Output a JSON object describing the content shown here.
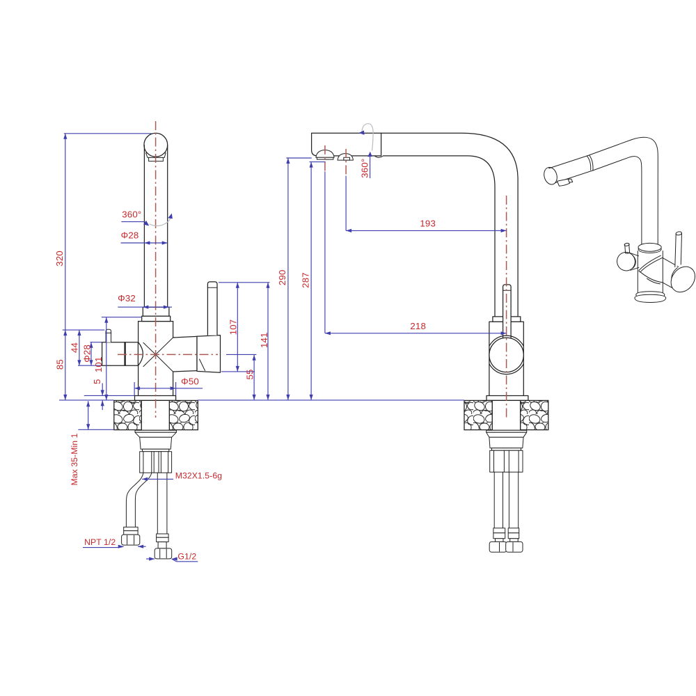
{
  "document": {
    "type": "faucet-technical-drawing",
    "views": {
      "front": "front view",
      "side": "side view",
      "isometric": "isometric view"
    }
  },
  "colors": {
    "background": "#ffffff",
    "ink": "#232323",
    "dimension": "#3f3eae",
    "label": "#c5272b",
    "centerline": "#ad5a52",
    "swoosh": "#b9bcc4"
  },
  "front_view": {
    "labels": {
      "height_total": "320",
      "height_body": "101",
      "height_lever": "85",
      "height_handle_top": "44",
      "dia_handle": "Φ28",
      "flange_gap": "5",
      "dia_collar": "Φ32",
      "dia_spout": "Φ28",
      "rotation": "360°",
      "dia_base": "Φ50",
      "lever_height": "107",
      "outlet_height": "55",
      "handle_top_height": "141",
      "counter_thickness": "Max 35-Min 1",
      "thread": "M32X1.5-6g",
      "hose_npt": "NPT 1/2",
      "hose_g": "G1/2"
    }
  },
  "side_view": {
    "labels": {
      "height_spout_top": "290",
      "height_aerator": "287",
      "reach_spray": "193",
      "reach_aerator": "218",
      "rotation": "360°"
    }
  }
}
